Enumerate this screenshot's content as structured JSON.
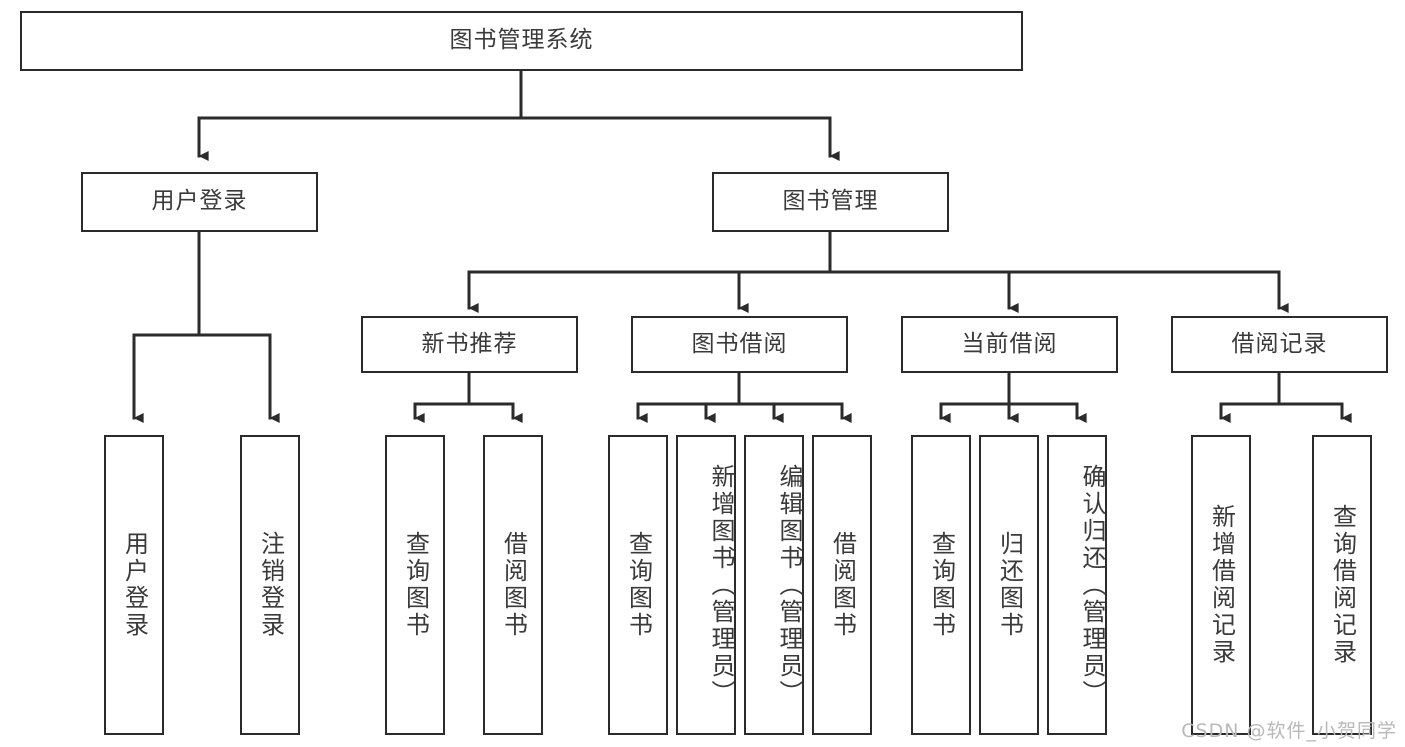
{
  "diagram": {
    "type": "tree-hierarchy-flowchart",
    "title": "图书管理系统",
    "watermark": "CSDN @软件_小贺同学",
    "colors": {
      "box_border": "#2b2b2b",
      "box_fill": "#ffffff",
      "text": "#3a3a3a",
      "connector": "#2b2b2b",
      "watermark": "#b9b9b9",
      "background": "#ffffff"
    },
    "nodes": {
      "root": {
        "label": "图书管理系统"
      },
      "level2": [
        {
          "id": "user-login",
          "label": "用户登录"
        },
        {
          "id": "book-manage",
          "label": "图书管理"
        }
      ],
      "level3": [
        {
          "id": "new-book-recommend",
          "label": "新书推荐"
        },
        {
          "id": "book-borrow",
          "label": "图书借阅"
        },
        {
          "id": "current-borrow",
          "label": "当前借阅"
        },
        {
          "id": "borrow-record",
          "label": "借阅记录"
        }
      ],
      "leaves": {
        "user_login": [
          {
            "id": "leaf-user-login",
            "label": "用户登录"
          },
          {
            "id": "leaf-logout-login",
            "label": "注销登录"
          }
        ],
        "new_book_recommend": [
          {
            "id": "leaf-query-book-1",
            "label": "查询图书"
          },
          {
            "id": "leaf-borrow-book-1",
            "label": "借阅图书"
          }
        ],
        "book_borrow": [
          {
            "id": "leaf-query-book-2",
            "label": "查询图书"
          },
          {
            "id": "leaf-add-book",
            "label": "新增图书（管理员）"
          },
          {
            "id": "leaf-edit-book",
            "label": "编辑图书（管理员）"
          },
          {
            "id": "leaf-borrow-book-2",
            "label": "借阅图书"
          }
        ],
        "current_borrow": [
          {
            "id": "leaf-query-book-3",
            "label": "查询图书"
          },
          {
            "id": "leaf-return-book",
            "label": "归还图书"
          },
          {
            "id": "leaf-confirm-return",
            "label": "确认归还（管理员）"
          }
        ],
        "borrow_record": [
          {
            "id": "leaf-add-record",
            "label": "新增借阅记录"
          },
          {
            "id": "leaf-query-record",
            "label": "查询借阅记录"
          }
        ]
      }
    }
  }
}
